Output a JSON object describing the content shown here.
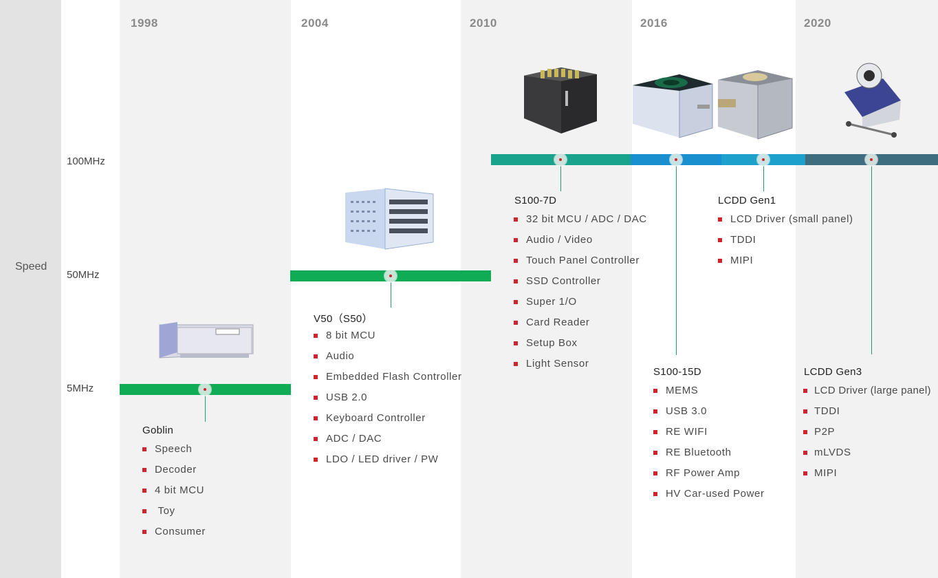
{
  "axis": {
    "label": "Speed"
  },
  "years": [
    "1998",
    "2004",
    "2010",
    "2016",
    "2020"
  ],
  "speeds": [
    "100MHz",
    "50MHz",
    "5MHz"
  ],
  "products": [
    {
      "name": "Goblin",
      "speed": "5MHz",
      "features": [
        "Speech",
        "Decoder",
        "4 bit MCU",
        " Toy",
        "Consumer"
      ]
    },
    {
      "name": "V50（S50）",
      "speed": "50MHz",
      "features": [
        "8 bit MCU",
        "Audio",
        "Embedded Flash Controller",
        "USB 2.0",
        "Keyboard Controller",
        "ADC / DAC",
        "LDO / LED driver / PW"
      ]
    },
    {
      "name": "S100-7D",
      "speed": "100MHz",
      "features": [
        "32 bit MCU / ADC / DAC",
        "Audio / Video",
        "Touch Panel Controller",
        "SSD Controller",
        "Super 1/O",
        "Card Reader",
        "Setup Box",
        "Light Sensor"
      ]
    },
    {
      "name": "S100-15D",
      "speed": "100MHz",
      "features": [
        "MEMS",
        "USB 3.0",
        "RE WIFI",
        "RE Bluetooth",
        "RF Power Amp",
        "HV Car-used Power"
      ]
    },
    {
      "name": "LCDD Gen1",
      "speed": "100MHz",
      "features": [
        "LCD Driver (small panel)",
        "TDDI",
        "MIPI"
      ]
    },
    {
      "name": "LCDD Gen3",
      "speed": "100MHz",
      "features": [
        "LCD Driver (large panel)",
        "TDDI",
        "P2P",
        "mLVDS",
        "MIPI"
      ]
    }
  ],
  "colors": {
    "bullet": "#d0232b",
    "bar_green": "#0fac55",
    "bar_teal": "#1aa38c",
    "bar_blue": "#1a8fd0",
    "bar_lightblue": "#1ea0cc",
    "bar_slate": "#3e6d80"
  }
}
